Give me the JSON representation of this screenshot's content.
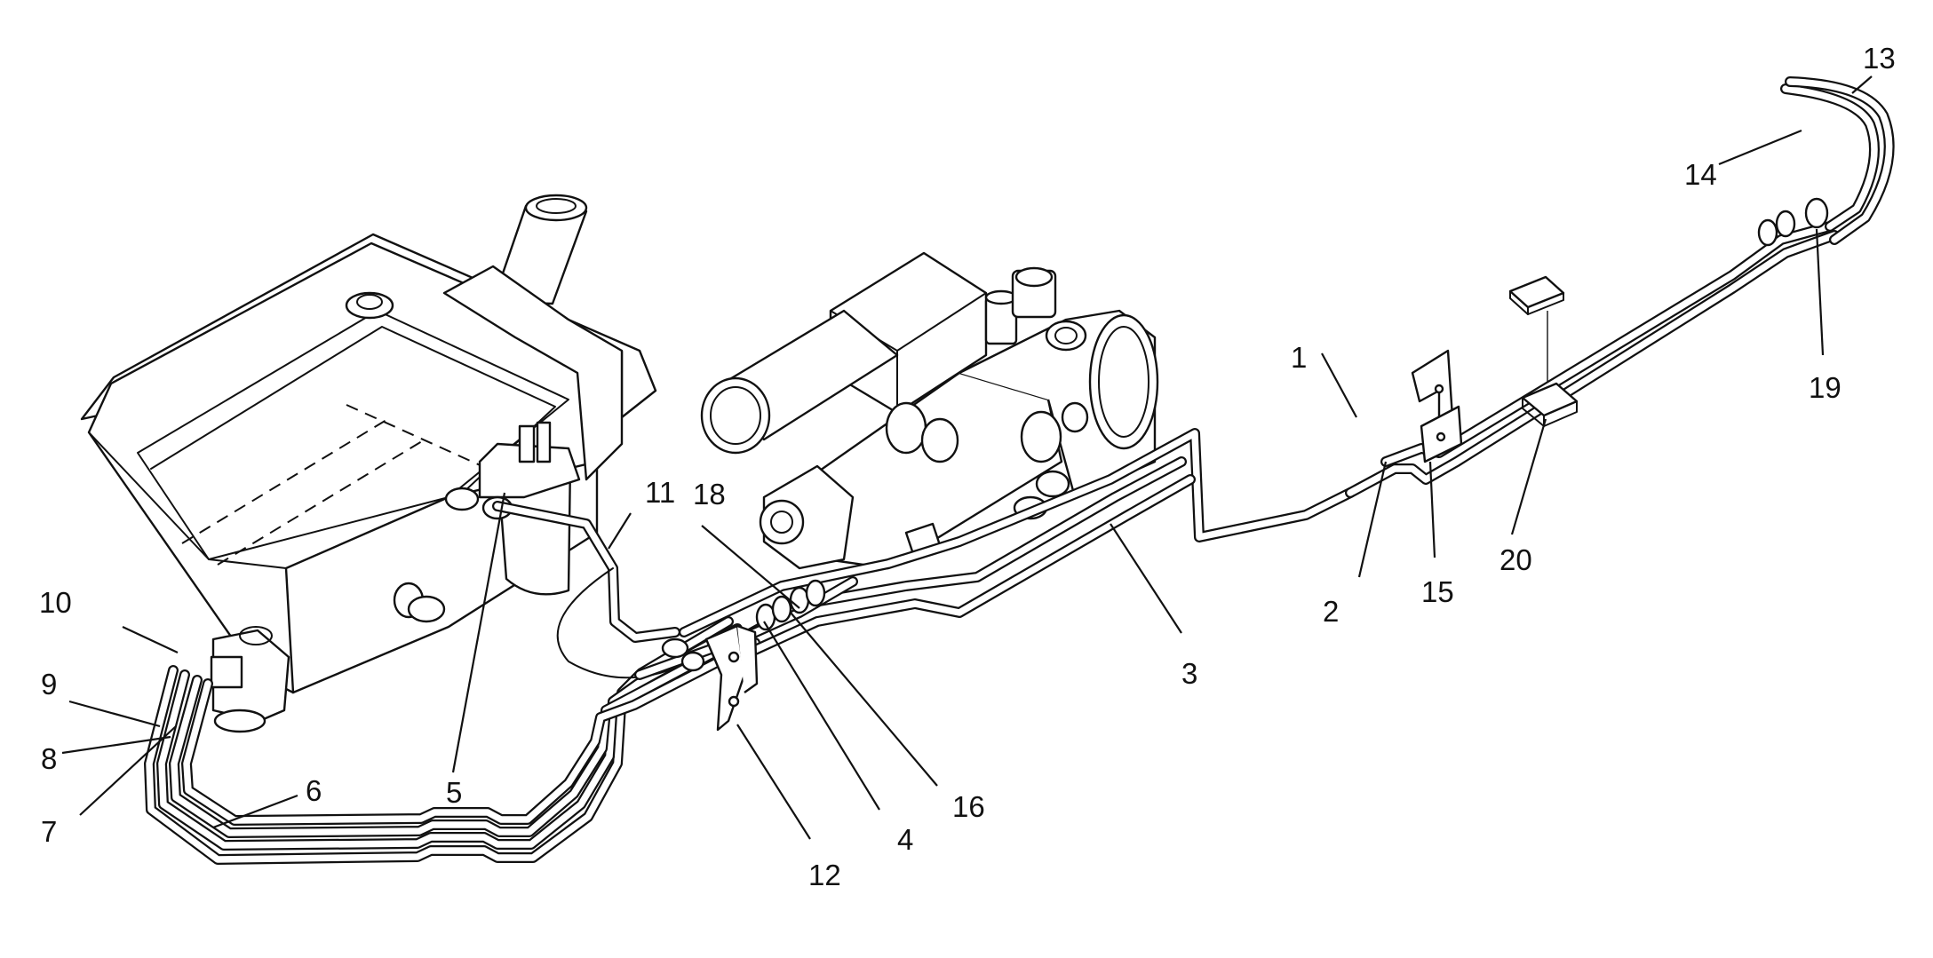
{
  "figure": {
    "callouts": {
      "c1": "1",
      "c2": "2",
      "c3": "3",
      "c4": "4",
      "c5": "5",
      "c6": "6",
      "c7": "7",
      "c8": "8",
      "c9": "9",
      "c10": "10",
      "c11": "11",
      "c12": "12",
      "c13": "13",
      "c14": "14",
      "c15": "15",
      "c16": "16",
      "c18": "18",
      "c19": "19",
      "c20": "20"
    }
  }
}
